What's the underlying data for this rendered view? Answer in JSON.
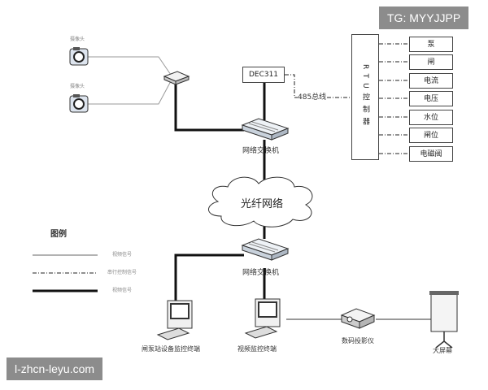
{
  "watermarks": {
    "top_right": "TG: MYYJJPP",
    "bottom_left": "l-zhcn-leyu.com"
  },
  "cameras": {
    "label_top": "摄像头",
    "label_bottom": "摄像头"
  },
  "dec_label": "DEC311",
  "rs485_label": "485总线",
  "rtu_label": "RTU控制器",
  "rtu_outputs": [
    "泵",
    "闸",
    "电流",
    "电压",
    "水位",
    "闸位",
    "电磁阀"
  ],
  "switch_top_label": "网络交换机",
  "switch_bottom_label": "网络交换机",
  "cloud_label": "光纤网络",
  "legend": {
    "title": "图例",
    "items": [
      "视频信号",
      "串行控制信号",
      "视频信号"
    ]
  },
  "terminals": {
    "monitor_station": "闸泵站设备监控终端",
    "video_monitor": "视频监控终端",
    "projector": "数码投影仪",
    "screen": "大屏幕"
  }
}
